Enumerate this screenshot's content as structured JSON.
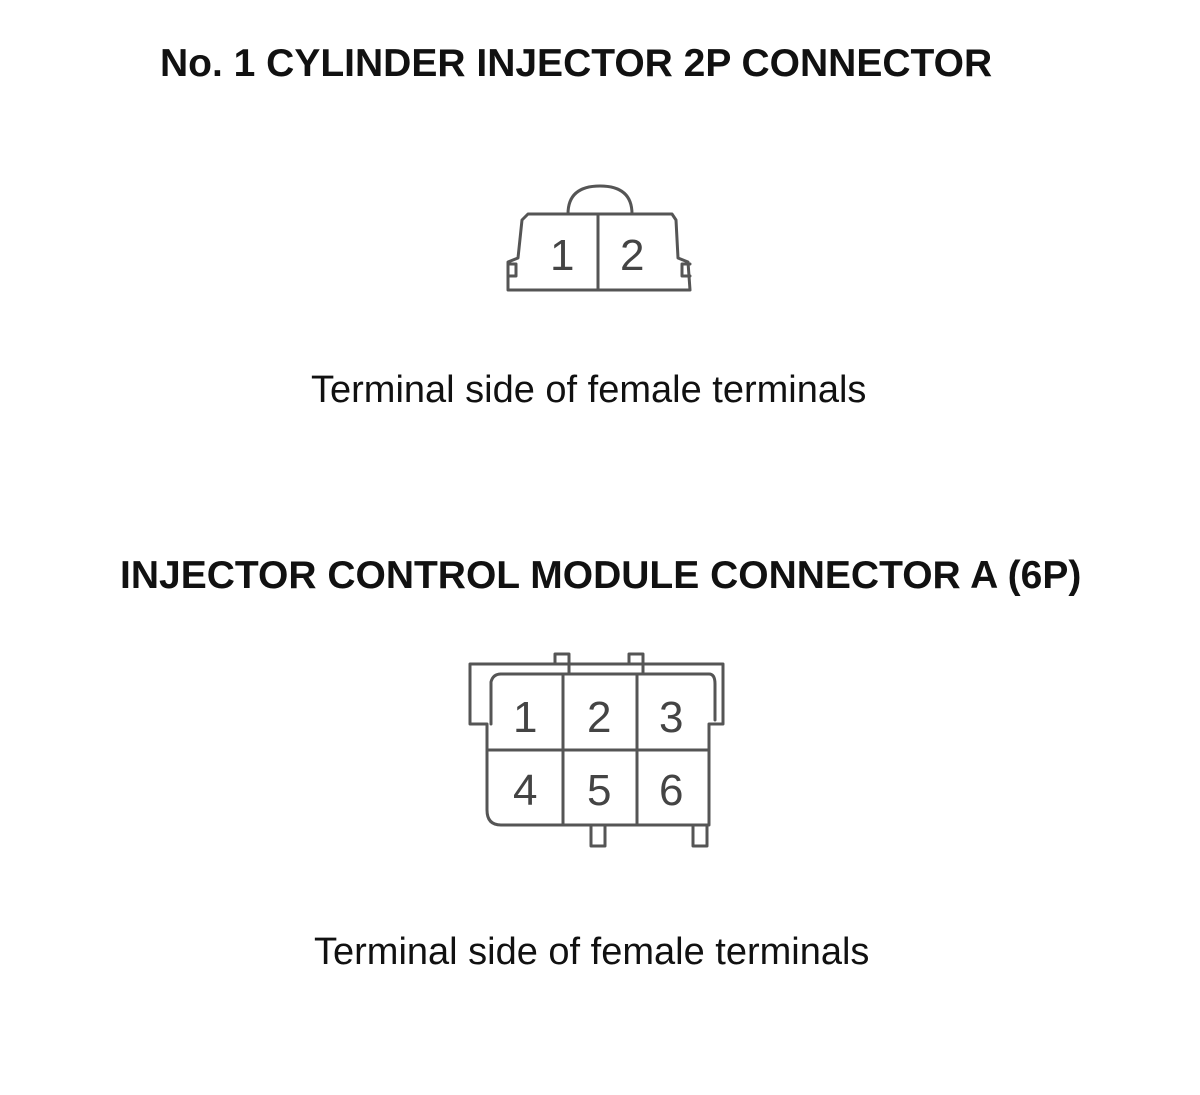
{
  "connectors": [
    {
      "title": "No. 1 CYLINDER INJECTOR 2P CONNECTOR",
      "pins": [
        "1",
        "2"
      ],
      "caption": "Terminal side of female terminals"
    },
    {
      "title": "INJECTOR CONTROL MODULE CONNECTOR A (6P)",
      "pins": [
        "1",
        "2",
        "3",
        "4",
        "5",
        "6"
      ],
      "caption": "Terminal side of female terminals"
    }
  ]
}
